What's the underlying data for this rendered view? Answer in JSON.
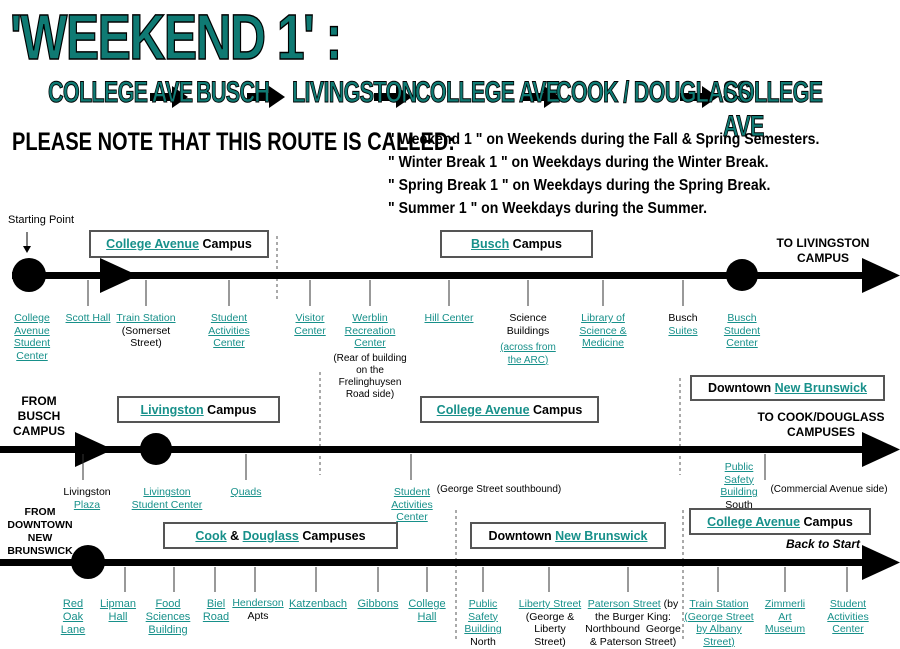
{
  "title": "'WEEKEND 1' :",
  "route": [
    "COLLEGE AVE",
    "BUSCH",
    "LIVINGSTON",
    "COLLEGE AVE",
    "COOK / DOUGLASS",
    "COLLEGE AVE"
  ],
  "note_heading": "PLEASE NOTE THAT THIS ROUTE IS CALLED:",
  "notes": [
    "\" Weekend 1 \" on Weekends during the Fall & Spring Semesters.",
    "\" Winter Break 1 \" on Weekdays during the Winter Break.",
    "\" Spring Break 1 \" on Weekdays during the Spring Break.",
    "\" Summer 1 \" on Weekdays during the Summer."
  ],
  "row1": {
    "starting_point": "Starting Point",
    "box_college_link": "College Avenue",
    "box_college_rest": " Campus",
    "box_busch_link": "Busch",
    "box_busch_rest": " Campus",
    "to_livingston": "TO LIVINGSTON\nCAMPUS",
    "stops": {
      "college_ave_student_center": "College\nAvenue\nStudent\nCenter",
      "scott_hall": "Scott Hall",
      "train_station_link": "Train Station",
      "train_station_rest": "(Somerset\nStreet)",
      "student_activities_center": "Student\nActivities\nCenter",
      "visitor_center": "Visitor\nCenter",
      "werblin": "Werblin\nRecreation\nCenter",
      "werblin_note": "(Rear of building\non the\nFrelinghuysen\nRoad side)",
      "hill_center": "Hill Center",
      "science_buildings": "Science\nBuildings",
      "science_note": "(across from\nthe ARC)",
      "library": "Library of\nScience &\nMedicine",
      "busch_plain": "Busch",
      "busch_suites_link": "Suites",
      "busch_student_center": "Busch\nStudent\nCenter"
    }
  },
  "row2": {
    "from_busch": "FROM\nBUSCH\nCAMPUS",
    "box_livingston_link": "Livingston",
    "box_livingston_rest": " Campus",
    "box_college_link": "College Avenue",
    "box_college_rest": " Campus",
    "box_downtown_plain": "Downtown ",
    "box_downtown_link": "New Brunswick",
    "to_cook": "TO COOK/DOUGLASS\nCAMPUSES",
    "stops": {
      "livingston_plaza_plain": "Livingston",
      "livingston_plaza_link": "Plaza",
      "livingston_student_center": "Livingston\nStudent Center",
      "quads": "Quads",
      "student_activities_center": "Student\nActivities\nCenter",
      "george_street": "(George Street southbound)",
      "public_safety_link": "Public\nSafety\nBuilding",
      "public_safety_south": "South",
      "commercial_ave": "(Commercial Avenue side)"
    }
  },
  "row3": {
    "from_downtown": "FROM\nDOWNTOWN\nNEW\nBRUNSWICK",
    "box_cook_link1": "Cook",
    "box_cook_amp": " & ",
    "box_cook_link2": "Douglass",
    "box_cook_rest": " Campuses",
    "box_downtown_plain": "Downtown ",
    "box_downtown_link": "New Brunswick",
    "box_college_link": "College Avenue",
    "box_college_rest": " Campus",
    "back_to_start": "Back to Start",
    "stops": {
      "red_oak_lane": "Red\nOak\nLane",
      "lipman_hall": "Lipman\nHall",
      "food_sciences": "Food\nSciences\nBuilding",
      "biel_road": "Biel\nRoad",
      "henderson_link": "Henderson",
      "henderson_apts": "Apts",
      "katzenbach": "Katzenbach",
      "gibbons": "Gibbons",
      "college_hall": "College\nHall",
      "public_safety_link": "Public\nSafety\nBuilding",
      "public_safety_north": "North",
      "liberty_link": "Liberty Street",
      "liberty_rest": "(George &\nLiberty\nStreet)",
      "paterson_link": "Paterson Street",
      "paterson_rest": " (by\nthe Burger King:\nNorthbound  George\n& Paterson Street)",
      "train_station_link": "Train Station\n(George Street\nby Albany\nStreet)",
      "zimmerli": "Zimmerli\nArt\nMuseum",
      "student_activities_center": "Student\nActivities\nCenter"
    }
  }
}
